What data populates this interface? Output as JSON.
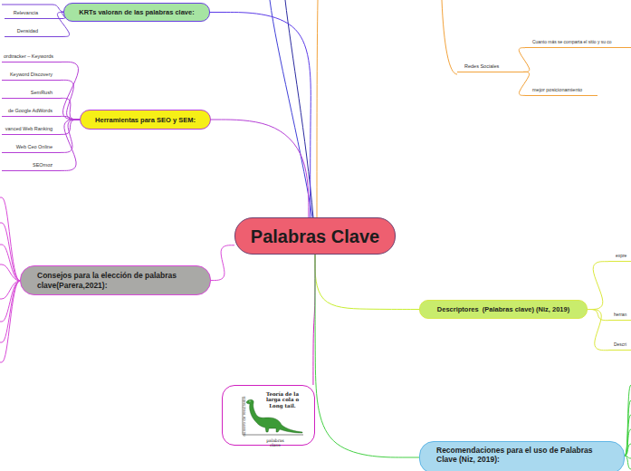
{
  "diagram": {
    "nodes": [
      {
        "text": [
          "Palabras Clave"
        ]
      },
      {
        "text": [
          "KRTs valoran de las palabras clave:"
        ]
      },
      {
        "text": [
          "Relevancia"
        ]
      },
      {
        "text": [
          "Densidad"
        ]
      },
      {
        "text": [
          "Herramientas para SEO y SEM:"
        ]
      },
      {
        "text": [
          "ordtracker – Keywords"
        ]
      },
      {
        "text": [
          "Keyword Discovery"
        ]
      },
      {
        "text": [
          "SemRush"
        ]
      },
      {
        "text": [
          "de Google AdWords"
        ]
      },
      {
        "text": [
          "vanced Web Ranking"
        ]
      },
      {
        "text": [
          "Web Ceo Online"
        ]
      },
      {
        "text": [
          "SEOmoz"
        ]
      },
      {
        "text": [
          "Consejos para la elección de palabras clave(Parera,2021):"
        ]
      },
      {
        "text": [
          "Redes Sociales"
        ]
      },
      {
        "text": [
          "Cuanto más se comparta el sitio y su co"
        ]
      },
      {
        "text": [
          "mejor posicionamiento"
        ]
      },
      {
        "text": [
          "Descriptores  (Palabras clave) (Niz, 2019)"
        ]
      },
      {
        "text": [
          "expre"
        ]
      },
      {
        "text": [
          "herran"
        ]
      },
      {
        "text": [
          "Descri"
        ]
      },
      {
        "text": [
          "Teoría de la larga cola o Long tail.",
          "palabras clave"
        ]
      },
      {
        "text": [
          "Recomendaciones para el uso de Palabras Clave (Niz, 2019):"
        ]
      }
    ],
    "edges": [
      {
        "from": 0,
        "to": 1,
        "arrow": "none"
      },
      {
        "from": 1,
        "to": 2,
        "arrow": "none"
      },
      {
        "from": 1,
        "to": 3,
        "arrow": "none"
      },
      {
        "from": 0,
        "to": 4,
        "arrow": "none"
      },
      {
        "from": 4,
        "to": 5,
        "arrow": "none"
      },
      {
        "from": 4,
        "to": 6,
        "arrow": "none"
      },
      {
        "from": 4,
        "to": 7,
        "arrow": "none"
      },
      {
        "from": 4,
        "to": 8,
        "arrow": "none"
      },
      {
        "from": 4,
        "to": 9,
        "arrow": "none"
      },
      {
        "from": 4,
        "to": 10,
        "arrow": "none"
      },
      {
        "from": 4,
        "to": 11,
        "arrow": "none"
      },
      {
        "from": 0,
        "to": 12,
        "arrow": "none"
      },
      {
        "from": 13,
        "to": 14,
        "arrow": "none"
      },
      {
        "from": 13,
        "to": 15,
        "arrow": "none"
      },
      {
        "from": 0,
        "to": 16,
        "arrow": "none"
      },
      {
        "from": 16,
        "to": 17,
        "arrow": "none"
      },
      {
        "from": 16,
        "to": 18,
        "arrow": "none"
      },
      {
        "from": 16,
        "to": 19,
        "arrow": "none"
      },
      {
        "from": 0,
        "to": 20,
        "arrow": "none"
      },
      {
        "from": 0,
        "to": 21,
        "arrow": "none"
      }
    ],
    "labels": [
      "número de resultados"
    ]
  }
}
